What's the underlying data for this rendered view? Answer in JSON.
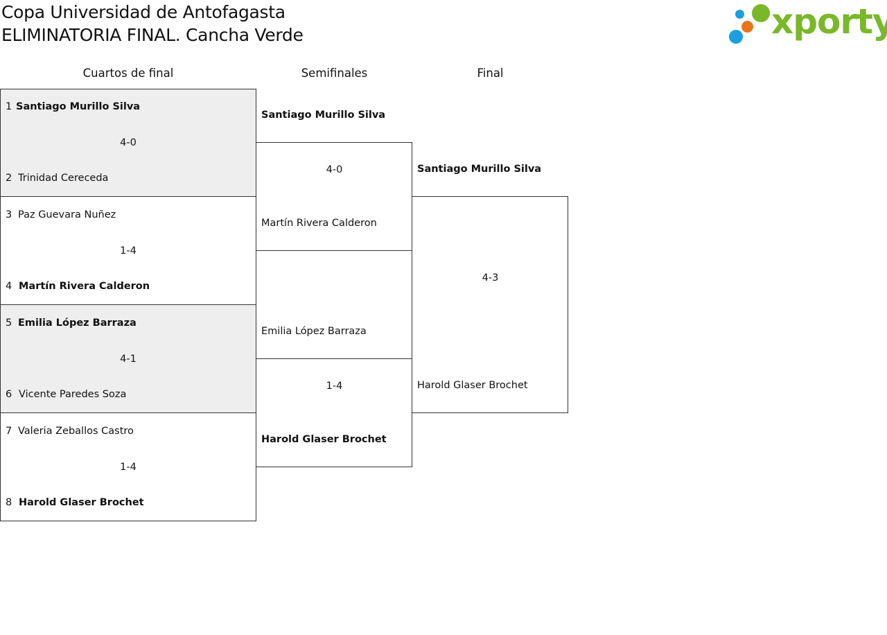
{
  "header": {
    "title_line1": "Copa Universidad de Antofagasta",
    "title_line2": "ELIMINATORIA FINAL. Cancha Verde",
    "logo_text": "xporty",
    "colors": {
      "logo_green": "#7ab82a",
      "logo_orange": "#e8741b",
      "logo_blue": "#1a9fe0"
    }
  },
  "rounds": {
    "quarterfinals": "Cuartos de final",
    "semifinals": "Semifinales",
    "final": "Final"
  },
  "quarterfinals": [
    {
      "seed_a": "1",
      "player_a": "Santiago Murillo Silva",
      "a_winner": true,
      "score": "4-0",
      "seed_b": "2",
      "player_b": "Trinidad Cereceda",
      "b_winner": false,
      "shaded": true
    },
    {
      "seed_a": "3",
      "player_a": "Paz Guevara Nuñez",
      "a_winner": false,
      "score": "1-4",
      "seed_b": "4",
      "player_b": "Martín Rivera Calderon",
      "b_winner": true,
      "shaded": false
    },
    {
      "seed_a": "5",
      "player_a": "Emilia López Barraza",
      "a_winner": true,
      "score": "4-1",
      "seed_b": "6",
      "player_b": "Vicente Paredes Soza",
      "b_winner": false,
      "shaded": true
    },
    {
      "seed_a": "7",
      "player_a": "Valeria Zeballos Castro",
      "a_winner": false,
      "score": "1-4",
      "seed_b": "8",
      "player_b": "Harold Glaser Brochet",
      "b_winner": true,
      "shaded": false
    }
  ],
  "semifinals": [
    {
      "player_a": "Santiago Murillo Silva",
      "a_winner": true,
      "score": "4-0",
      "player_b": "Martín Rivera Calderon",
      "b_winner": false
    },
    {
      "player_a": "Emilia López Barraza",
      "a_winner": false,
      "score": "1-4",
      "player_b": "Harold Glaser Brochet",
      "b_winner": true
    }
  ],
  "final": {
    "player_a": "Santiago Murillo Silva",
    "a_winner": true,
    "score": "4-3",
    "player_b": "Harold Glaser Brochet",
    "b_winner": false
  }
}
